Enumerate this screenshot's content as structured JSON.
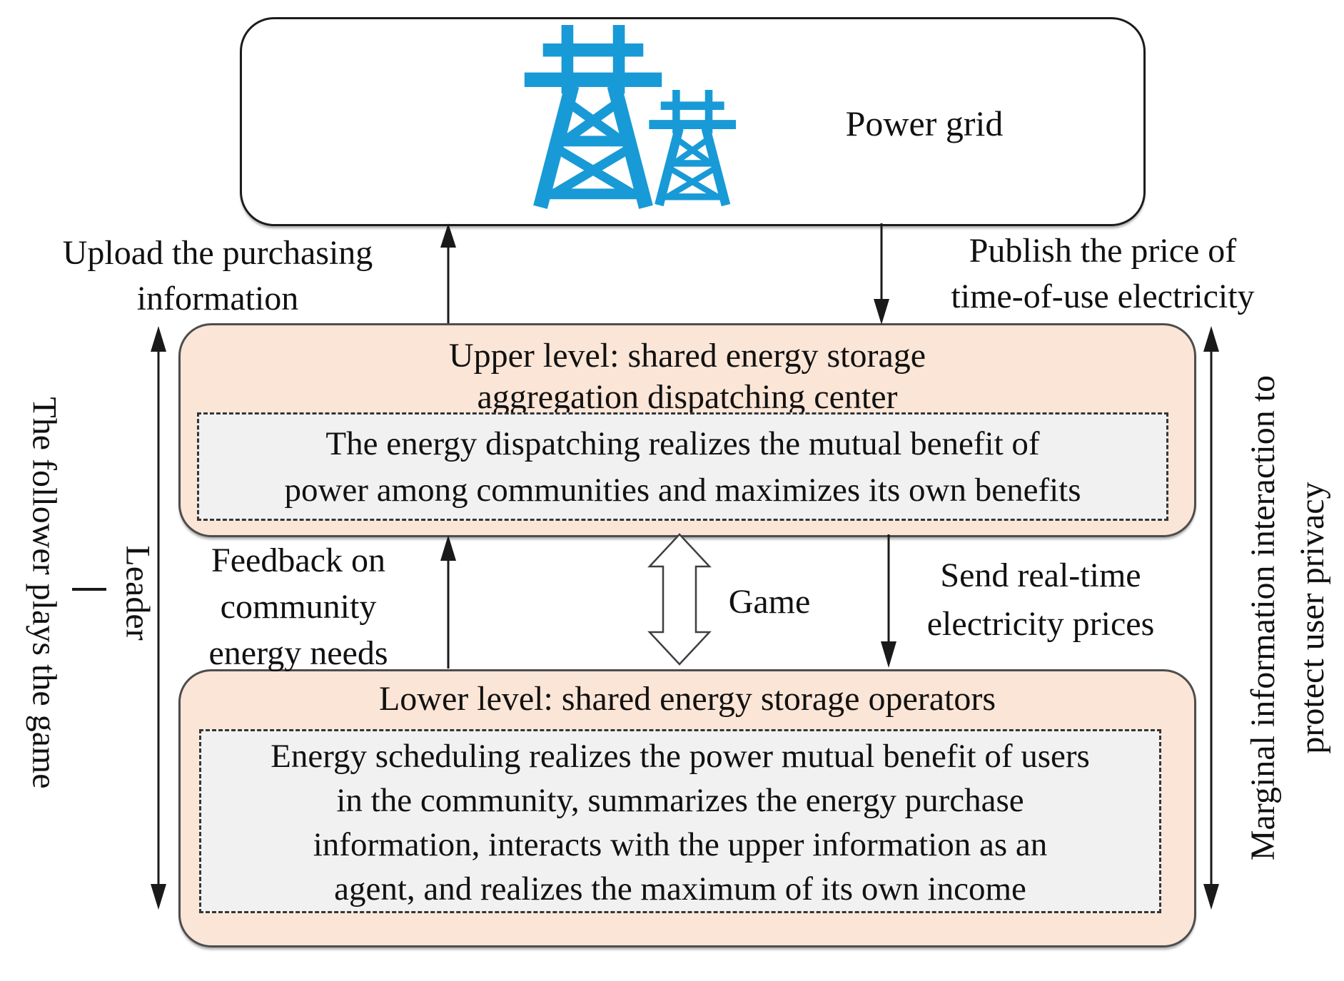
{
  "diagram": {
    "power_grid": {
      "label": "Power grid"
    },
    "upper_box": {
      "title": "Upper level: shared energy storage\naggregation dispatching center",
      "body": "The energy dispatching realizes the mutual benefit of\npower among communities and maximizes its own benefits"
    },
    "lower_box": {
      "title": "Lower level: shared energy storage operators",
      "body": "Energy scheduling realizes the power mutual benefit of users\nin the community, summarizes the energy purchase\ninformation, interacts with the upper information as an\nagent, and realizes the maximum of its own income"
    },
    "labels": {
      "upload": "Upload the purchasing\ninformation",
      "publish": "Publish the price of\ntime-of-use electricity",
      "feedback": "Feedback on\ncommunity\nenergy needs",
      "send": "Send real-time\nelectricity prices",
      "game": "Game",
      "leader": "Leader",
      "follower": "The follower plays the game",
      "privacy": "Marginal information interaction to\nprotect user privacy"
    },
    "icons": {
      "towers": "transmission-towers-icon"
    },
    "colors": {
      "peach": "#FBE5D6",
      "inner": "#F1F1F1",
      "box-border": "#4d4d4d",
      "ink": "#111111",
      "tower": "#189AD7"
    }
  }
}
